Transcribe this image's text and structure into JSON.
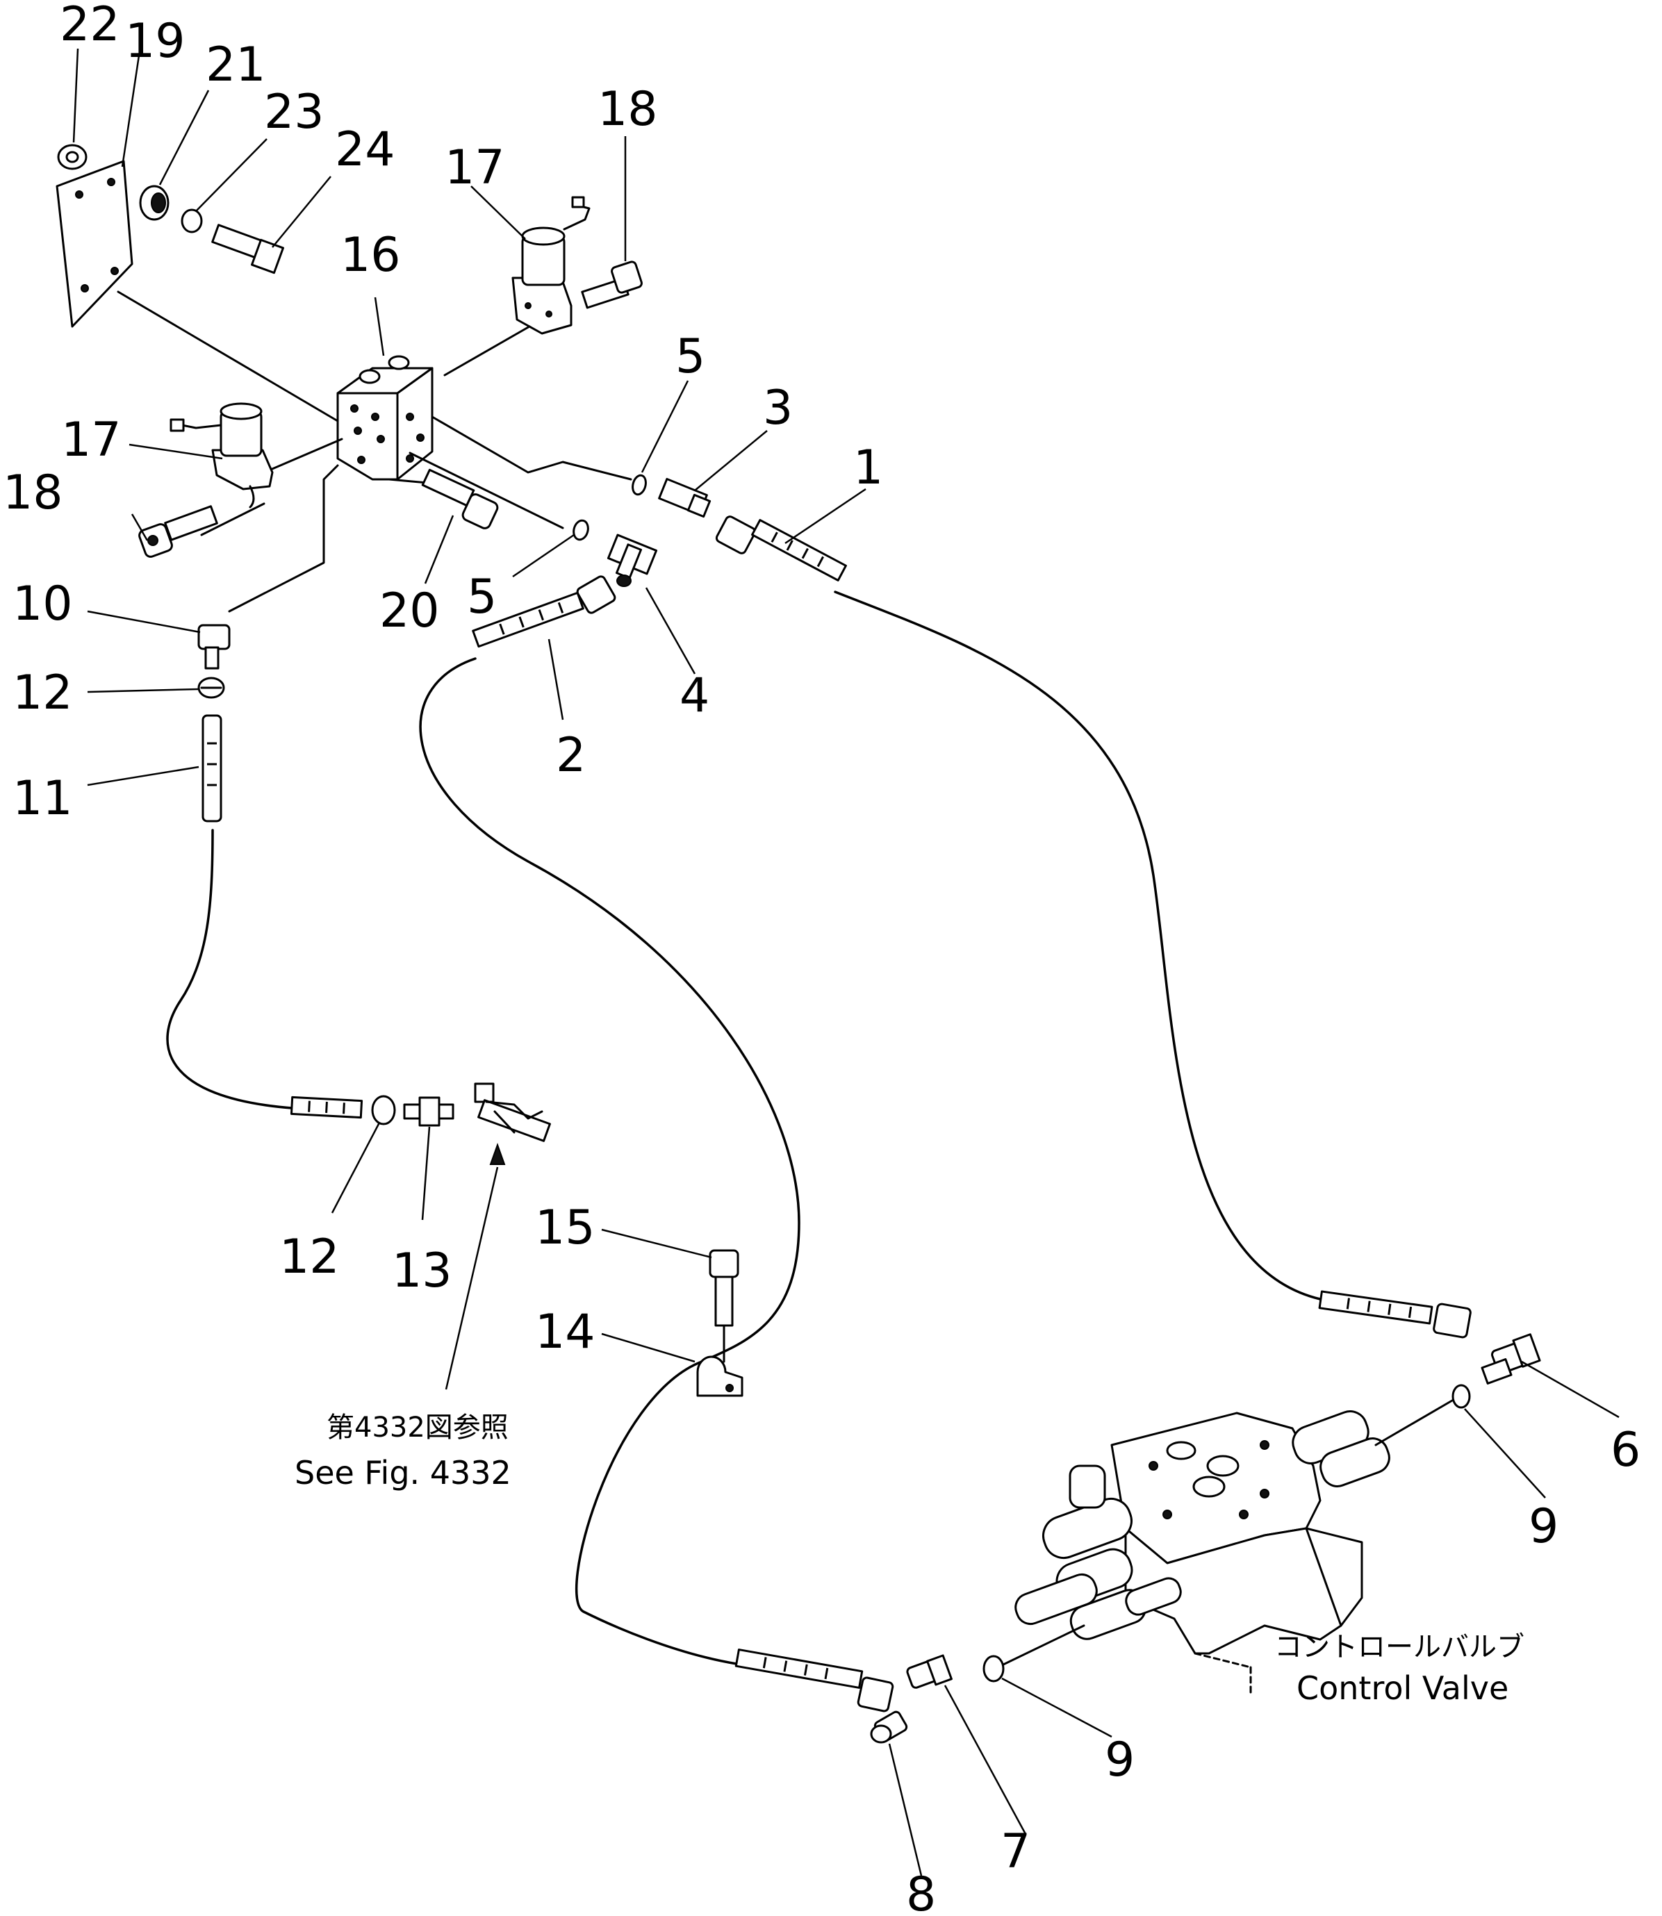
{
  "labels": {
    "l22": "22",
    "l19": "19",
    "l21": "21",
    "l23": "23",
    "l24": "24",
    "l17a": "17",
    "l18a": "18",
    "l16": "16",
    "l5a": "5",
    "l3": "3",
    "l1": "1",
    "l17b": "17",
    "l18b": "18",
    "l20": "20",
    "l5b": "5",
    "l4": "4",
    "l2": "2",
    "l10": "10",
    "l12a": "12",
    "l11": "11",
    "l12b": "12",
    "l13": "13",
    "l15": "15",
    "l14": "14",
    "l6": "6",
    "l9a": "9",
    "l9b": "9",
    "l7": "7",
    "l8": "8"
  },
  "notes": {
    "fig_ref_jp": "第4332図参照",
    "fig_ref_en": "See Fig. 4332",
    "control_valve_jp": "コントロールバルブ",
    "control_valve_en": "Control Valve"
  }
}
